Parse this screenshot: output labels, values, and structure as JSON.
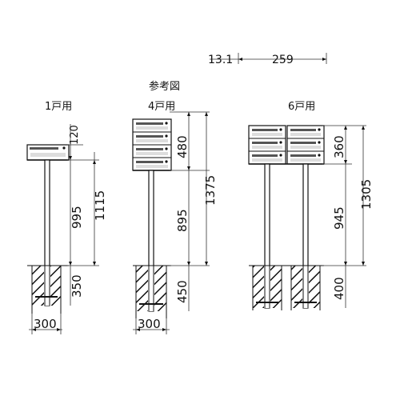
{
  "top_dims": {
    "left": "13.1",
    "right": "259"
  },
  "reference_title": "参考図",
  "units": [
    {
      "label": "1戸用",
      "dims": [
        "120",
        "995",
        "1115",
        "350",
        "300"
      ]
    },
    {
      "label": "4戸用",
      "dims": [
        "480",
        "1375",
        "895",
        "450",
        "300"
      ]
    },
    {
      "label": "6戸用",
      "dims": [
        "360",
        "1305",
        "945",
        "400"
      ]
    }
  ]
}
